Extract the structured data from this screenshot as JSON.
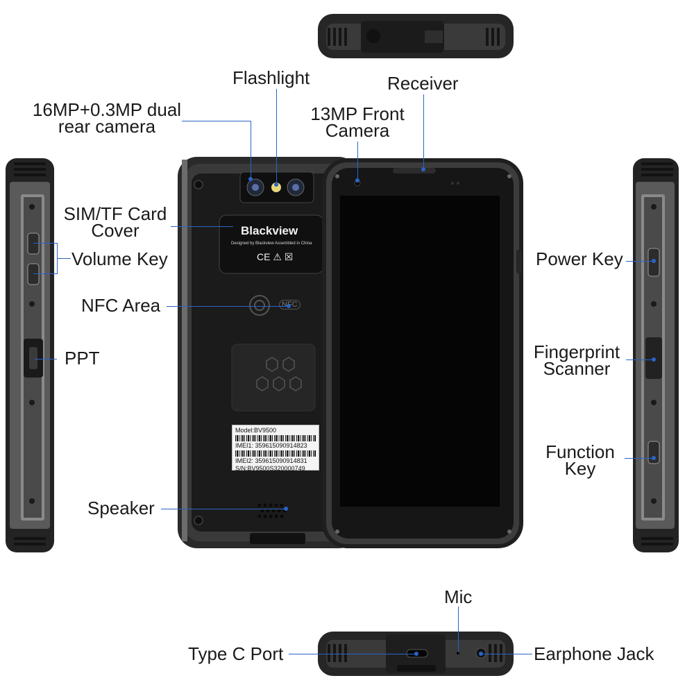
{
  "labels": {
    "flashlight": "Flashlight",
    "receiver": "Receiver",
    "rear_camera_line1": "16MP+0.3MP dual",
    "rear_camera_line2": "rear camera",
    "front_camera_line1": "13MP Front",
    "front_camera_line2": "Camera",
    "sim_cover_line1": "SIM/TF Card",
    "sim_cover_line2": "Cover",
    "volume_key": "Volume Key",
    "nfc_area": "NFC Area",
    "ppt": "PPT",
    "speaker": "Speaker",
    "power_key": "Power Key",
    "fingerprint_line1": "Fingerprint",
    "fingerprint_line2": "Scanner",
    "function_line1": "Function",
    "function_line2": "Key",
    "mic": "Mic",
    "type_c_port": "Type C Port",
    "earphone_jack": "Earphone Jack"
  },
  "device": {
    "brand": "Blackview",
    "tagline": "Designed by Blackview Assembled in China",
    "cert_marks": "CE ⚠ ☒",
    "nfc_text": "NFC",
    "sticker_model": "Model:BV9500",
    "sticker_imei1": "IMEI1: 359615090914823",
    "sticker_imei2": "IMEI2: 359615090914831",
    "sticker_sn": "S/N:BV9500S320000749"
  },
  "colors": {
    "leader_line": "#2a64c8",
    "body_dark": "#1c1c1c",
    "bumper": "#2b2b2b",
    "screen": "#050505"
  }
}
